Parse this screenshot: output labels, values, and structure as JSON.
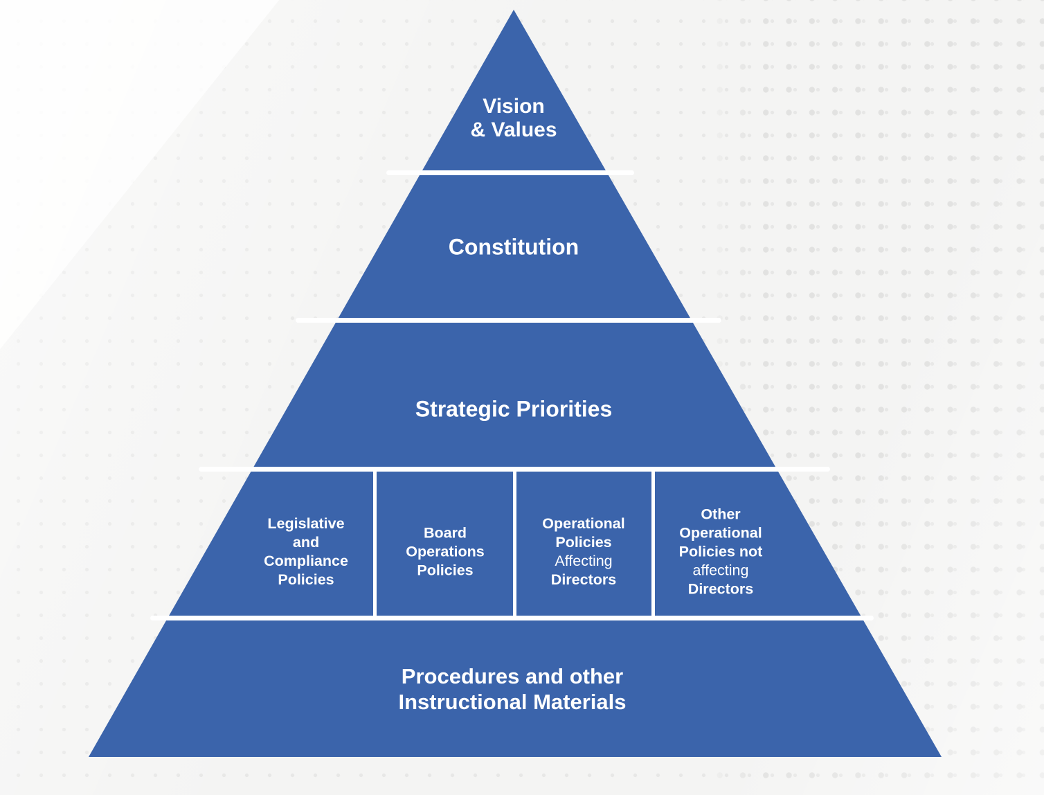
{
  "colors": {
    "pyramid_blue": "#3b64ab",
    "background_gray": "#f4f4f3",
    "divider_white": "#ffffff",
    "text_white": "#ffffff"
  },
  "pyramid": {
    "tiers": [
      {
        "id": "vision-values",
        "label_lines": [
          "Vision",
          "& Values"
        ]
      },
      {
        "id": "constitution",
        "label": "Constitution"
      },
      {
        "id": "strategic-priorities",
        "label": "Strategic Priorities"
      },
      {
        "id": "policies",
        "cells": [
          {
            "lines": [
              "Legislative",
              "and",
              "Compliance",
              "Policies"
            ]
          },
          {
            "lines": [
              "Board",
              "Operations",
              "Policies"
            ]
          },
          {
            "lines": [
              "Operational",
              "Policies",
              "Affecting",
              "Directors"
            ]
          },
          {
            "lines": [
              "Other",
              "Operational",
              "Policies not",
              "affecting",
              "Directors"
            ]
          }
        ]
      },
      {
        "id": "procedures",
        "label_lines": [
          "Procedures and other",
          "Instructional Materials"
        ]
      }
    ]
  }
}
